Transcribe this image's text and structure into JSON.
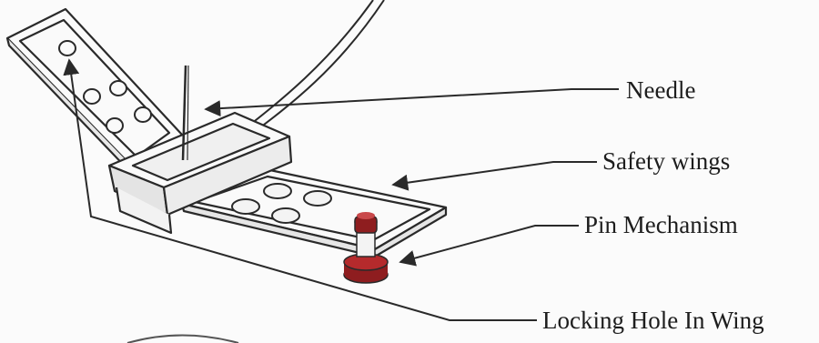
{
  "labels": {
    "needle": "Needle",
    "safety_wings": "Safety wings",
    "pin_mechanism": "Pin Mechanism",
    "locking_hole": "Locking Hole In Wing"
  },
  "colors": {
    "line": "#2a2a2a",
    "pin": "#8e1d1f"
  }
}
